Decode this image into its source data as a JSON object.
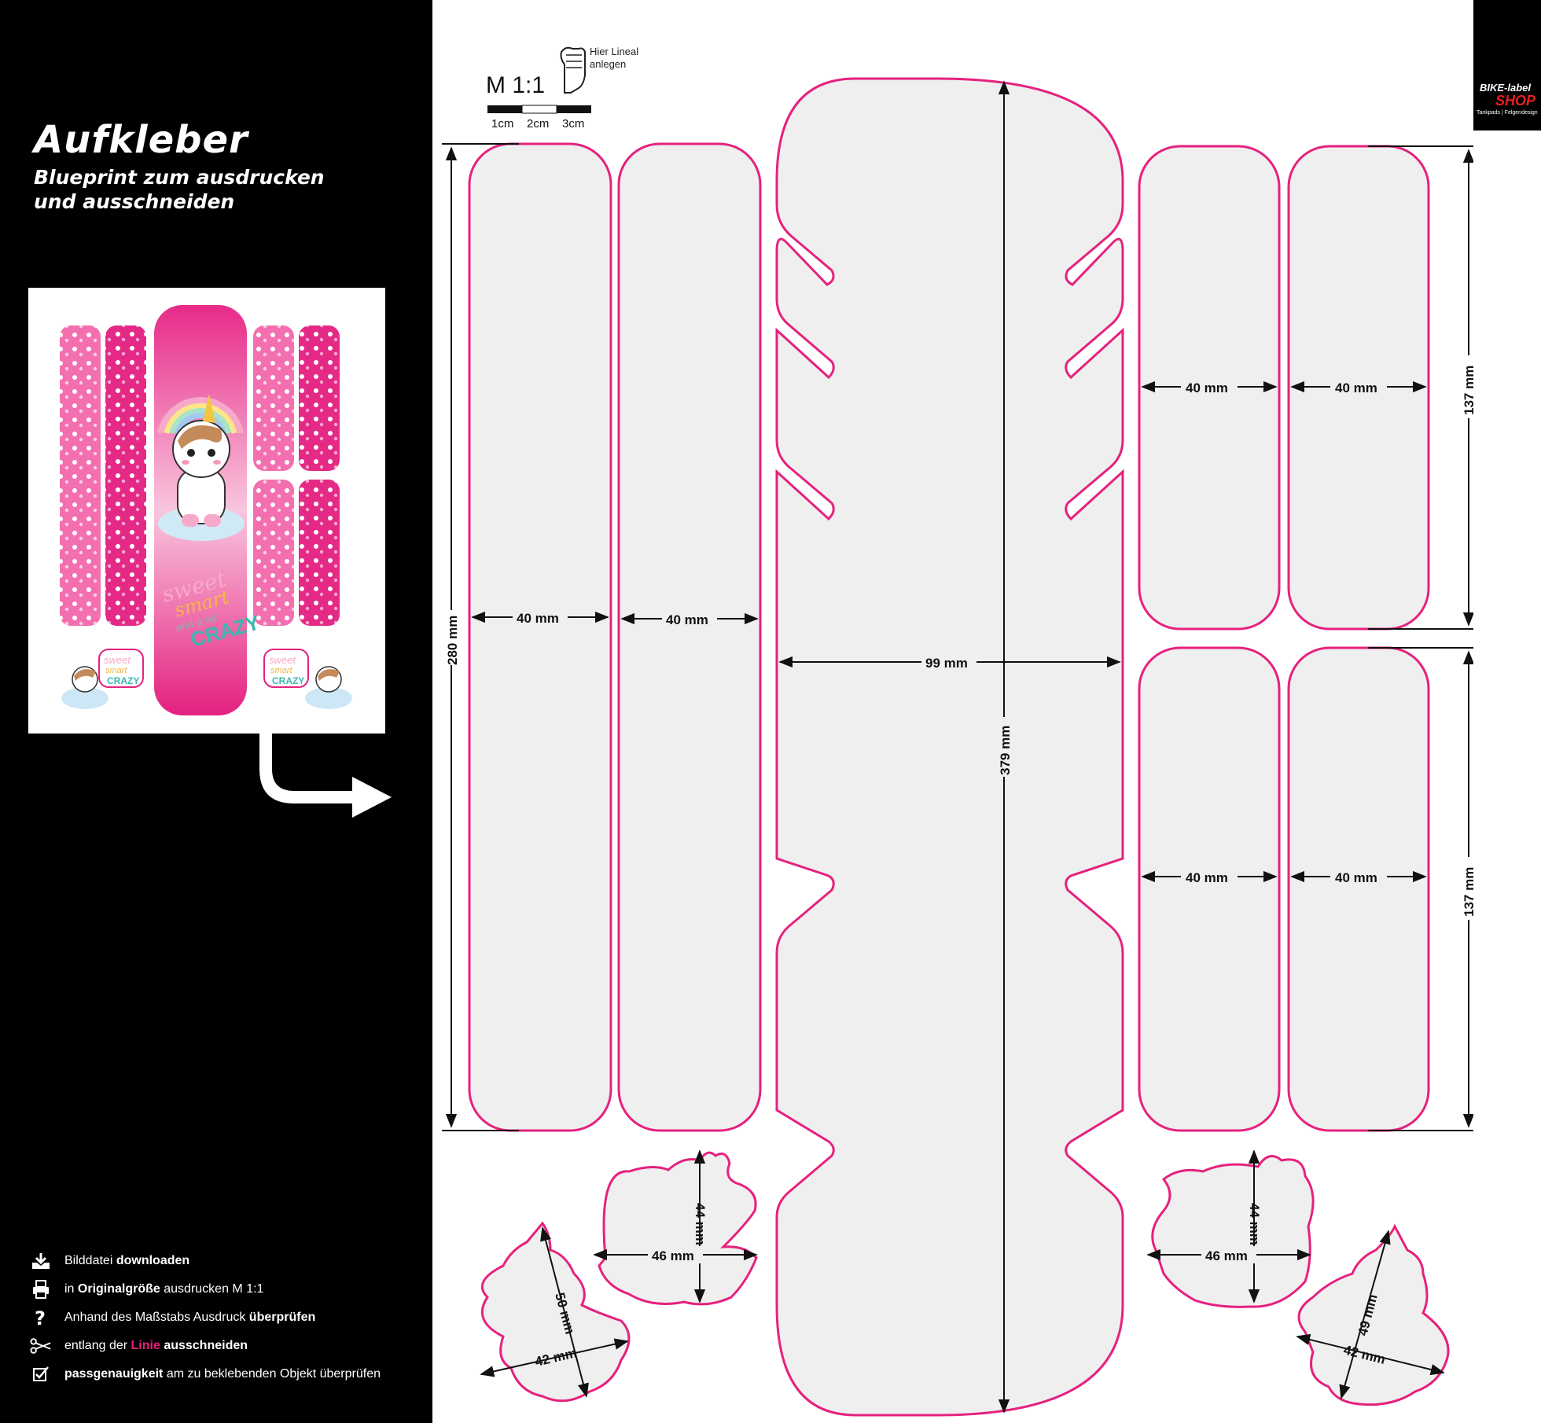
{
  "sidebar": {
    "title": "Aufkleber",
    "subtitle_line1": "Blueprint zum ausdrucken",
    "subtitle_line2": "und ausschneiden",
    "preview_text": {
      "sweet": "sweet",
      "smart": "smart",
      "and_a_bit": "and a bit",
      "crazy": "CRAZY"
    },
    "steps": [
      {
        "icon": "download-icon",
        "pre": "Bilddatei ",
        "bold": "downloaden",
        "post": ""
      },
      {
        "icon": "printer-icon",
        "pre": "in ",
        "bold": "Originalgröße",
        "post": " ausdrucken M 1:1"
      },
      {
        "icon": "question-icon",
        "pre": "Anhand des Maßstabs Ausdruck ",
        "bold": "überprüfen",
        "post": ""
      },
      {
        "icon": "scissors-icon",
        "pre": "entlang der ",
        "pink": "Linie",
        "bold": "ausschneiden"
      },
      {
        "icon": "checkbox-icon",
        "bold": "passgenauigkeit",
        "post": " am zu beklebenden Objekt überprüfen"
      }
    ]
  },
  "scale": {
    "label": "M 1:1",
    "hint": "Hier Lineal\nanlegen",
    "ticks": [
      "1cm",
      "2cm",
      "3cm"
    ]
  },
  "logo": {
    "line1": "BIKE-label",
    "line2": "SHOP",
    "tagline": "Tankpads | Felgendesign"
  },
  "dimensions": {
    "strip_height": "280 mm",
    "strip_width_1": "40 mm",
    "strip_width_2": "40 mm",
    "center_width": "99 mm",
    "center_height": "379 mm",
    "small_width_1": "40 mm",
    "small_width_2": "40 mm",
    "small_width_3": "40 mm",
    "small_width_4": "40 mm",
    "small_height_top": "137 mm",
    "small_height_bottom": "137 mm",
    "unicorn1_h": "50 mm",
    "unicorn1_w": "42 mm",
    "cloud1_h": "44 mm",
    "cloud1_w": "46 mm",
    "cloud2_h": "44 mm",
    "cloud2_w": "46 mm",
    "unicorn2_h": "49 mm",
    "unicorn2_w": "42 mm"
  },
  "colors": {
    "cut_line": "#e6217e",
    "sticker_fill": "#efefef",
    "sidebar_bg": "#000000"
  }
}
